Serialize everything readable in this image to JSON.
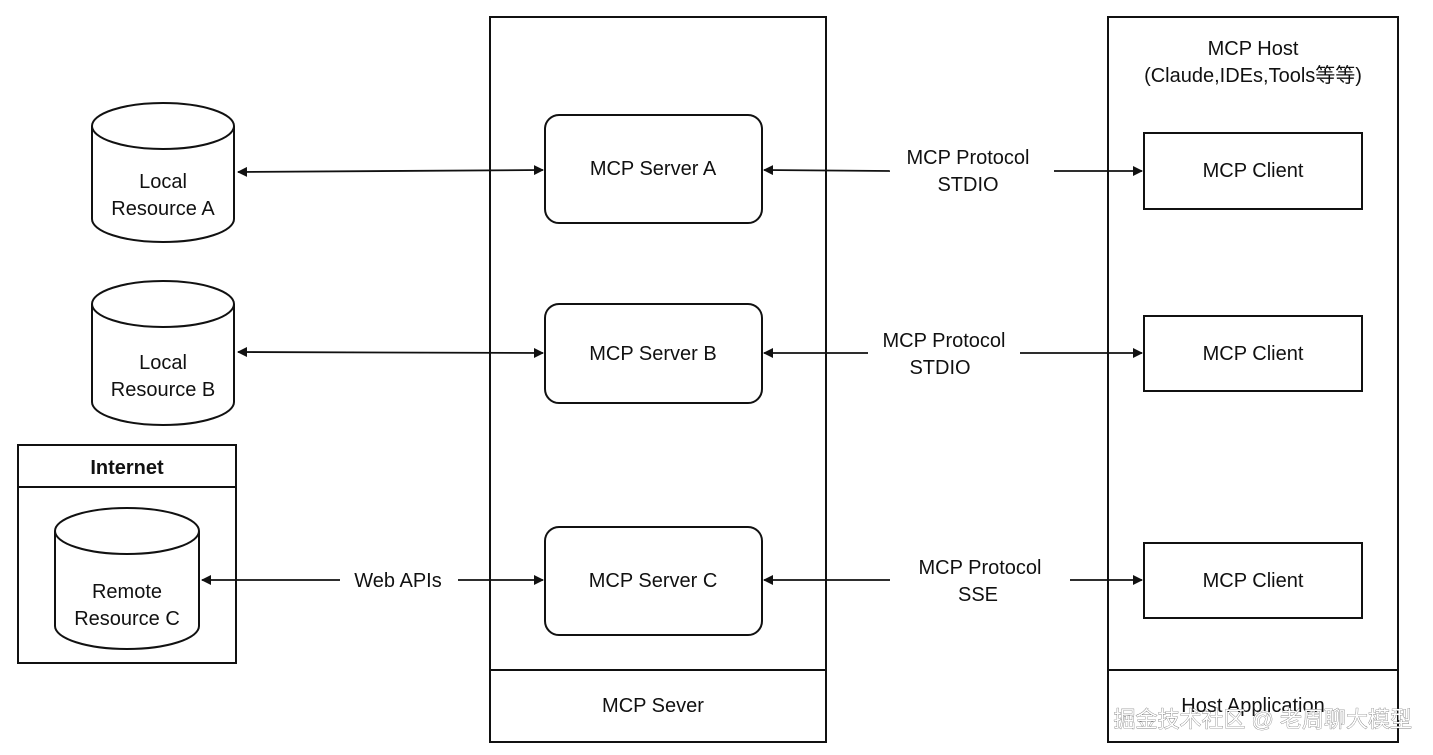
{
  "colors": {
    "stroke": "#111111",
    "background": "#ffffff",
    "text": "#111111"
  },
  "local_resource_a": {
    "line1": "Local",
    "line2": "Resource A"
  },
  "local_resource_b": {
    "line1": "Local",
    "line2": "Resource B"
  },
  "internet": {
    "title": "Internet",
    "remote_resource": {
      "line1": "Remote",
      "line2": "Resource C"
    }
  },
  "mcp_server_container": {
    "label": "MCP Sever",
    "servers": [
      "MCP Server A",
      "MCP Server B",
      "MCP Server C"
    ]
  },
  "web_apis_label": "Web APIs",
  "protocols": [
    {
      "line1": "MCP Protocol",
      "line2": "STDIO"
    },
    {
      "line1": "MCP Protocol",
      "line2": "STDIO"
    },
    {
      "line1": "MCP Protocol",
      "line2": "SSE"
    }
  ],
  "host": {
    "title_line1": "MCP Host",
    "title_line2": "(Claude,IDEs,Tools等等)",
    "clients": [
      "MCP Client",
      "MCP Client",
      "MCP Client"
    ],
    "footer": "Host Application"
  },
  "watermark": "掘金技术社区 @ 老周聊大模型"
}
